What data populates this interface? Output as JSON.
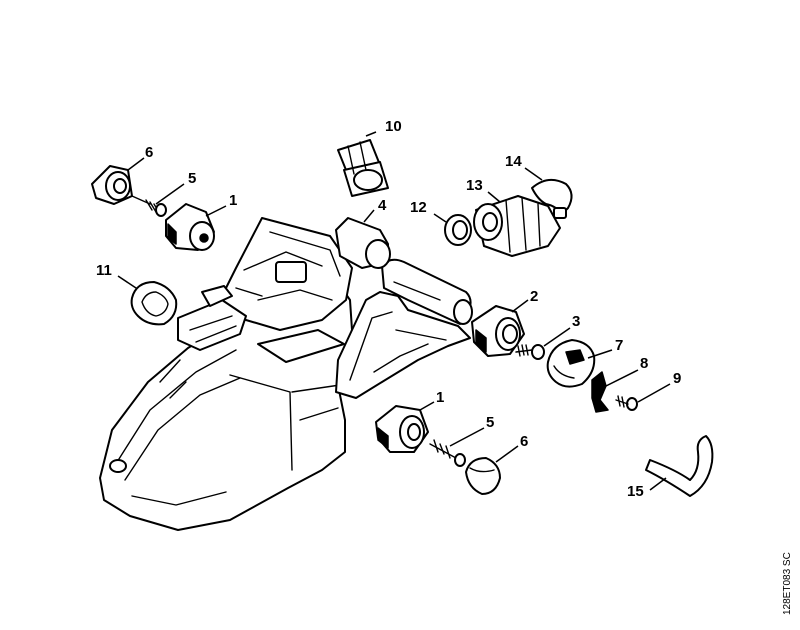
{
  "colors": {
    "line": "#000000",
    "background": "#ffffff"
  },
  "reference_code": "128ET083 SC",
  "callouts": {
    "c1a": "1",
    "c1b": "1",
    "c2": "2",
    "c3": "3",
    "c4": "4",
    "c5a": "5",
    "c5b": "5",
    "c6a": "6",
    "c6b": "6",
    "c7": "7",
    "c8": "8",
    "c9": "9",
    "c10": "10",
    "c11": "11",
    "c12": "12",
    "c13": "13",
    "c14": "14",
    "c15": "15"
  }
}
